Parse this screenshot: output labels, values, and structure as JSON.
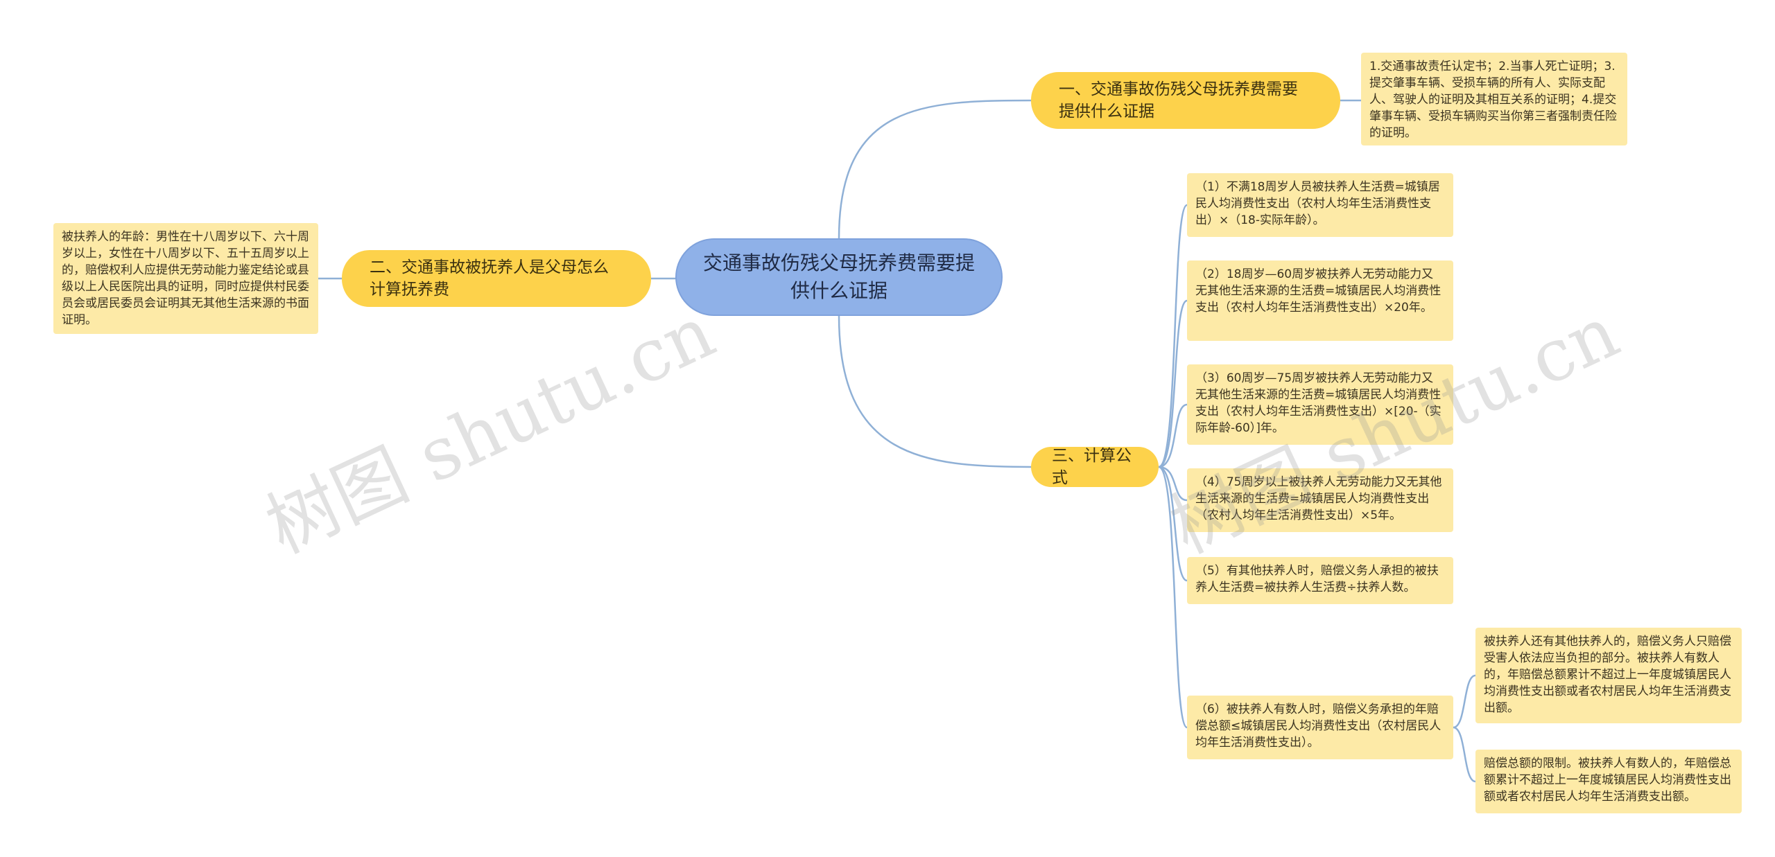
{
  "root": {
    "title": "交通事故伤残父母抚养费需要提供什么证据"
  },
  "branches": [
    {
      "label": "一、交通事故伤残父母抚养费需要提供什么证据",
      "notes": [
        "1.交通事故责任认定书；2.当事人死亡证明；3.提交肇事车辆、受损车辆的所有人、实际支配人、驾驶人的证明及其相互关系的证明；4.提交肇事车辆、受损车辆购买当你第三者强制责任险的证明。"
      ]
    },
    {
      "label": "二、交通事故被抚养人是父母怎么计算抚养费",
      "notes": [
        "被扶养人的年龄：男性在十八周岁以下、六十周岁以上，女性在十八周岁以下、五十五周岁以上的，赔偿权利人应提供无劳动能力鉴定结论或县级以上人民医院出具的证明，同时应提供村民委员会或居民委员会证明其无其他生活来源的书面证明。"
      ]
    },
    {
      "label": "三、计算公式",
      "items": [
        "（1）不满18周岁人员被扶养人生活费=城镇居民人均消费性支出（农村人均年生活消费性支出）×（18-实际年龄）。",
        "（2）18周岁—60周岁被扶养人无劳动能力又无其他生活来源的生活费=城镇居民人均消费性支出（农村人均年生活消费性支出）×20年。",
        "（3）60周岁—75周岁被扶养人无劳动能力又无其他生活来源的生活费=城镇居民人均消费性支出（农村人均年生活消费性支出）×[20-（实际年龄-60）]年。",
        "（4）75周岁以上被扶养人无劳动能力又无其他生活来源的生活费=城镇居民人均消费性支出（农村人均年生活消费性支出）×5年。",
        "（5）有其他扶养人时，赔偿义务人承担的被扶养人生活费=被扶养人生活费÷扶养人数。",
        "（6）被扶养人有数人时，赔偿义务承担的年赔偿总额≤城镇居民人均消费性支出（农村居民人均年生活消费性支出）。"
      ],
      "sub_items": [
        "被扶养人还有其他扶养人的，赔偿义务人只赔偿受害人依法应当负担的部分。被扶养人有数人的，年赔偿总额累计不超过上一年度城镇居民人均消费性支出额或者农村居民人均年生活消费支出额。",
        "赔偿总额的限制。被扶养人有数人的，年赔偿总额累计不超过上一年度城镇居民人均消费性支出额或者农村居民人均年生活消费支出额。"
      ]
    }
  ],
  "watermark": "树图 shutu.cn",
  "colors": {
    "root_fill": "#8fb1e8",
    "branch_fill": "#fdd24b",
    "leaf_fill": "#fdeaa7",
    "link": "#8fb0d6"
  }
}
